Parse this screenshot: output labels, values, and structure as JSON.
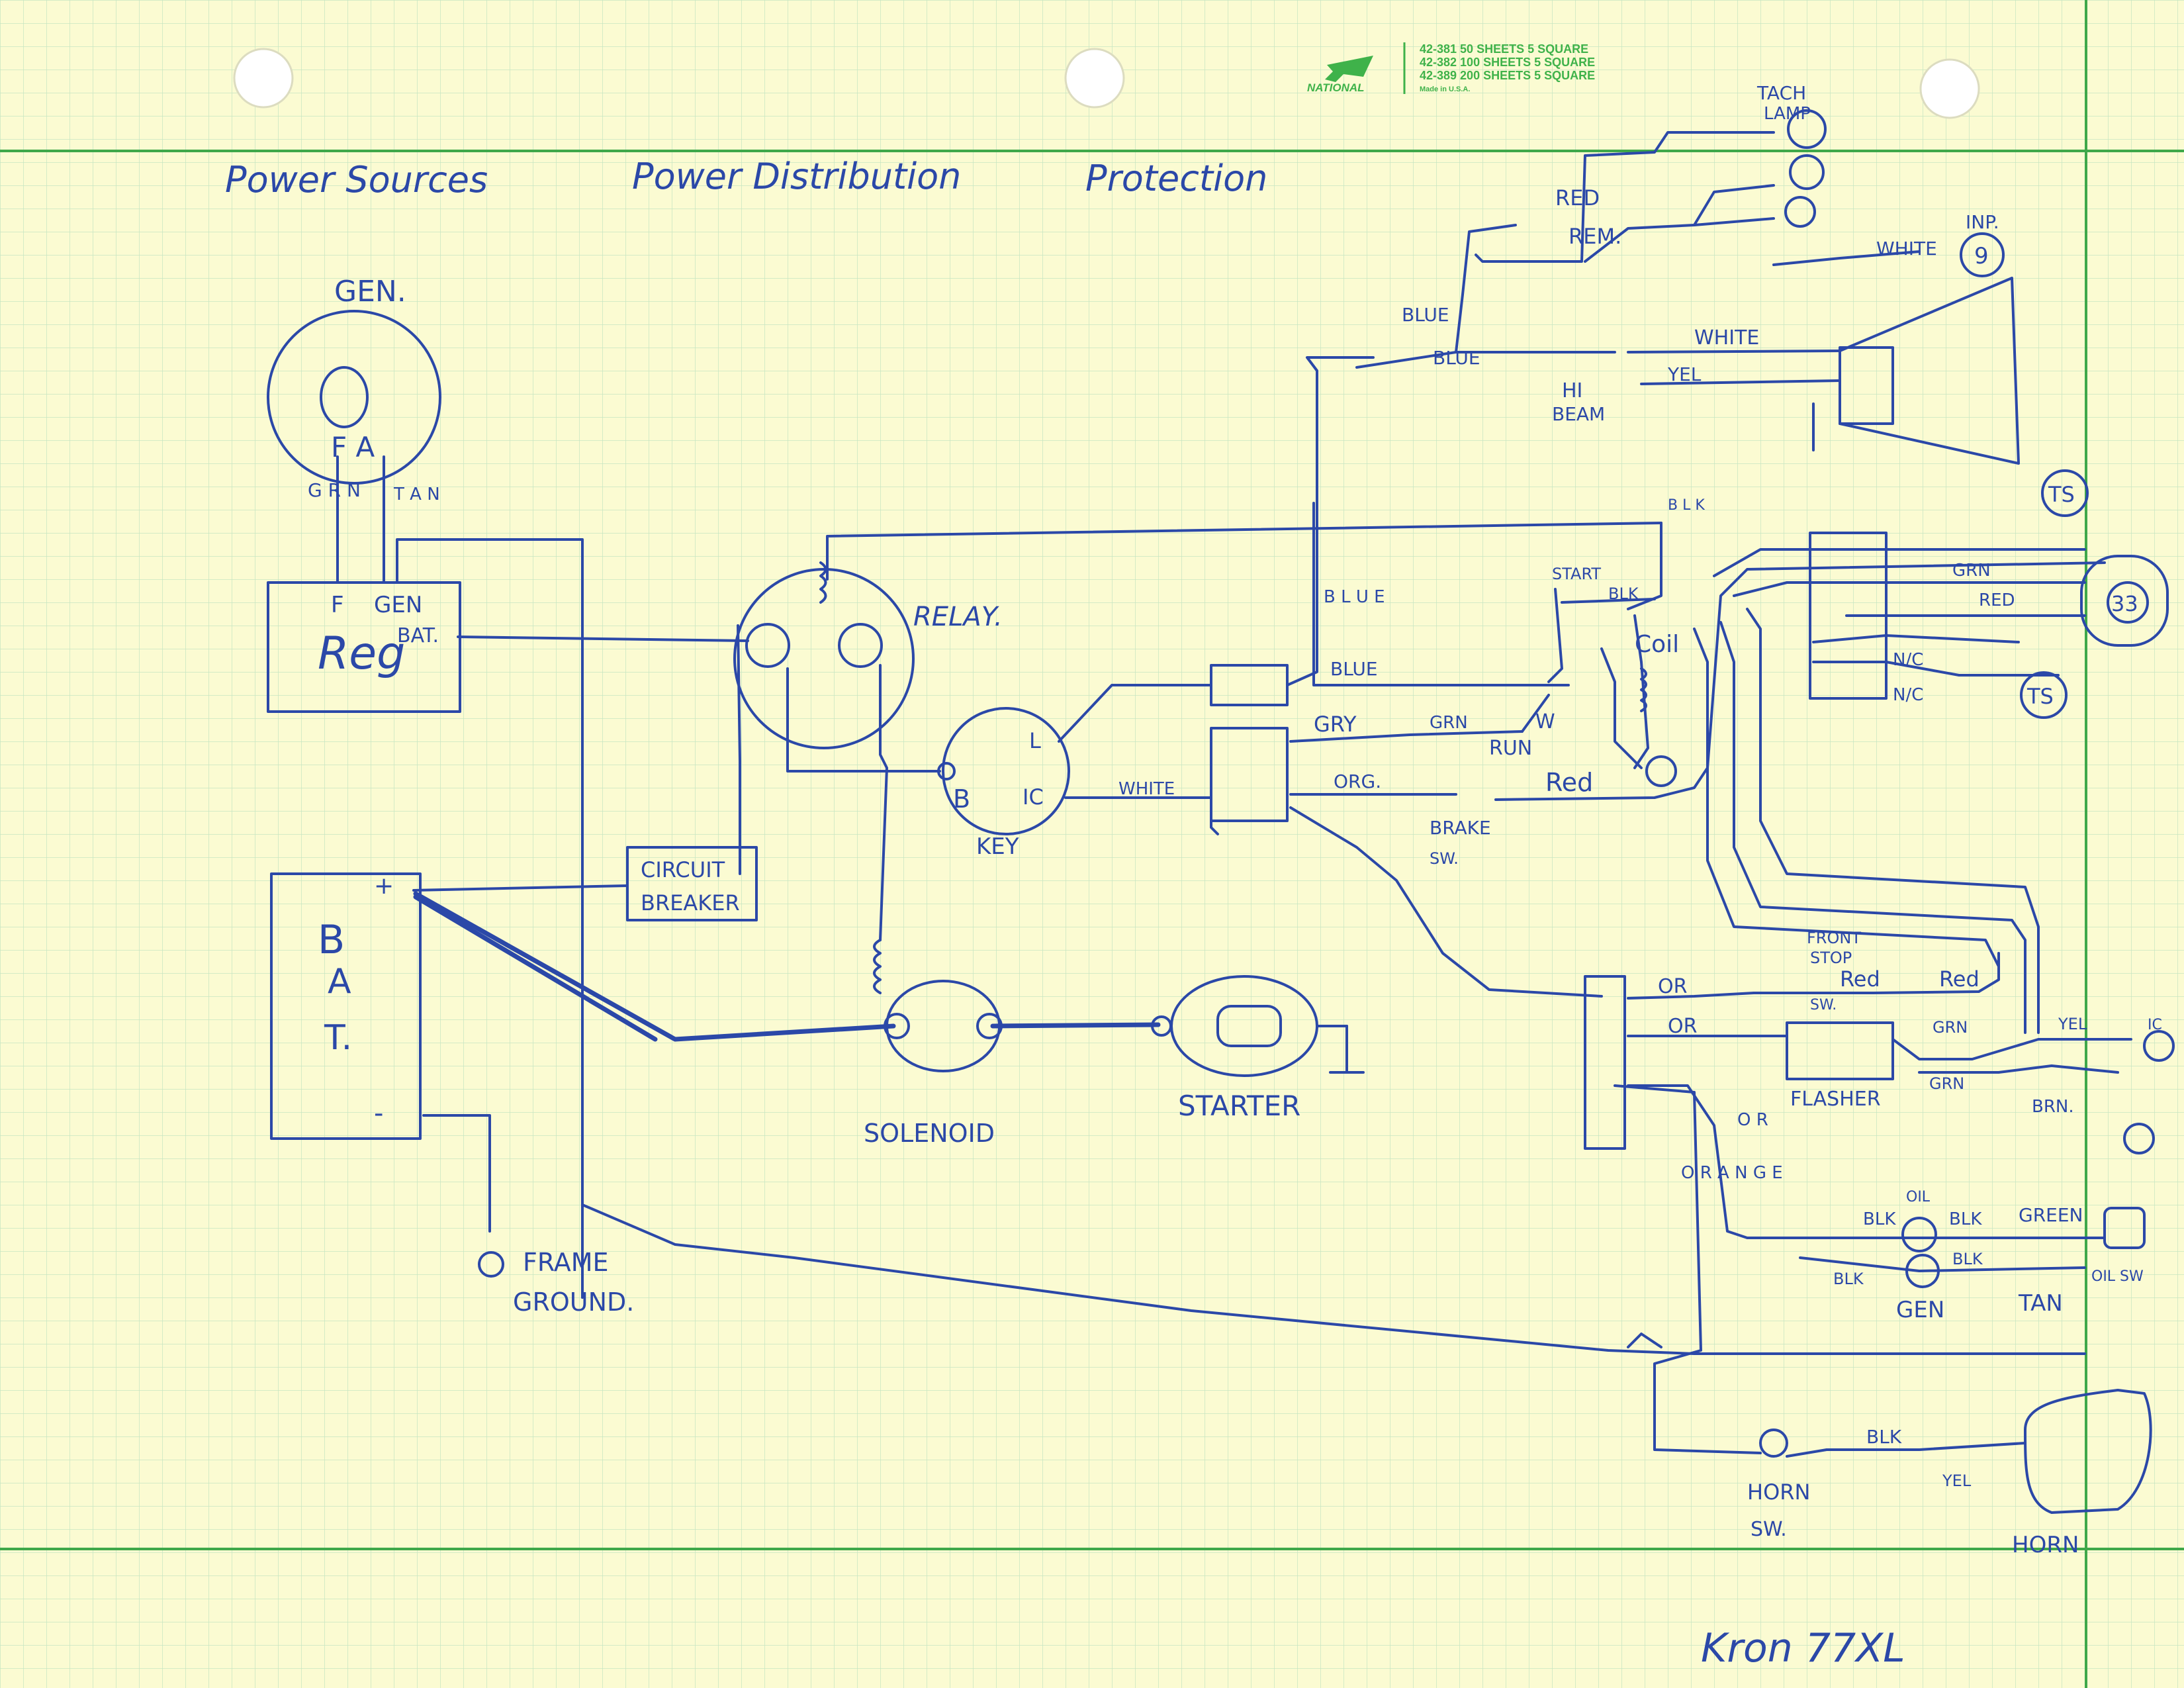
{
  "pad_header": {
    "brand": "NATIONAL",
    "product_lines": [
      "42-381   50 SHEETS  5 SQUARE",
      "42-382  100 SHEETS  5 SQUARE",
      "42-389  200 SHEETS  5 SQUARE"
    ],
    "made_in": "Made in U.S.A."
  },
  "section_headings": [
    "Power Sources",
    "Power Distribution",
    "Protection"
  ],
  "components": {
    "generator": {
      "title": "GEN.",
      "terminals": "F A"
    },
    "regulator": {
      "title": "Reg",
      "terminal_f": "F",
      "terminal_gen": "GEN",
      "terminal_bat": "BAT."
    },
    "battery": {
      "letters": [
        "B",
        "A",
        "T."
      ],
      "plus": "+",
      "minus": "-"
    },
    "frame_ground": [
      "FRAME",
      "GROUND."
    ],
    "circuit_breaker": [
      "CIRCUIT",
      "BREAKER"
    ],
    "relay": "RELAY.",
    "solenoid": "SOLENOID",
    "starter": "STARTER",
    "key": {
      "label": "KEY",
      "b": "B",
      "l": "L",
      "ic": "IC"
    },
    "coil": "Coil",
    "brake_sw": [
      "BRAKE",
      "SW."
    ],
    "hi_beam": [
      "HI",
      "BEAM"
    ],
    "tach_lamp": [
      "TACH",
      "LAMP"
    ],
    "inp": "INP.",
    "inp_num": "9",
    "flasher": "FLASHER",
    "front_stop_sw": [
      "FRONT",
      "STOP",
      "SW."
    ],
    "oil_sw": "OIL SW",
    "horn_sw": [
      "HORN",
      "SW."
    ],
    "horn": "HORN",
    "ts_top": "TS",
    "ts_bottom": "TS",
    "lamp_33": "33",
    "lamp_ic": "IC",
    "start": "START",
    "run": "RUN",
    "oil": "OIL",
    "gen_lamp": "GEN"
  },
  "wire_labels": {
    "grn": "G R N",
    "tan": "T A N",
    "red_top": "RED",
    "rem": "REM.",
    "blue_a": "BLUE",
    "blue_b": "BLUE",
    "blue_vert": "B L U E",
    "blue_c": "BLUE",
    "white_hi": "WHITE",
    "yel_hi": "YEL",
    "white_inp": "WHITE",
    "blk_vert": "B L K",
    "blk_start": "BLK",
    "gry": "GRY",
    "grn_run": "GRN",
    "w": "W",
    "org": "ORG.",
    "red_brake": "Red",
    "white_key": "WHITE",
    "grn_right": "GRN",
    "red_right": "RED",
    "nc1": "N/C",
    "nc2": "N/C",
    "or1": "OR",
    "or2": "OR",
    "or_vert": "O R",
    "red_fs": "Red",
    "red_fs2": "Red",
    "grn_fl": "GRN",
    "grn_fl2": "GRN",
    "yel_fl": "YEL",
    "brn_fl": "BRN.",
    "blk_oil": "BLK",
    "blk_oil2": "BLK",
    "green_oil": "GREEN",
    "blk_gen": "BLK",
    "blk_gen2": "BLK",
    "tan_gen": "TAN",
    "orange_vert": "O R A N G E",
    "blk_horn": "BLK",
    "yel_horn": "YEL"
  },
  "footer_note": "Kron 77XL"
}
